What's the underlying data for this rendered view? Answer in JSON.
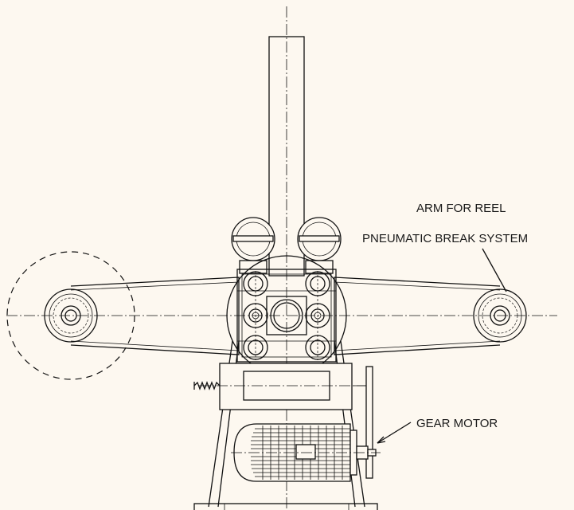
{
  "labels": {
    "arm_for_reel": "ARM FOR REEL",
    "pneumatic_break_system": "PNEUMATIC BREAK SYSTEM",
    "gear_motor": "GEAR MOTOR"
  },
  "colors": {
    "background": "#fdf8f0",
    "line": "#111111"
  }
}
